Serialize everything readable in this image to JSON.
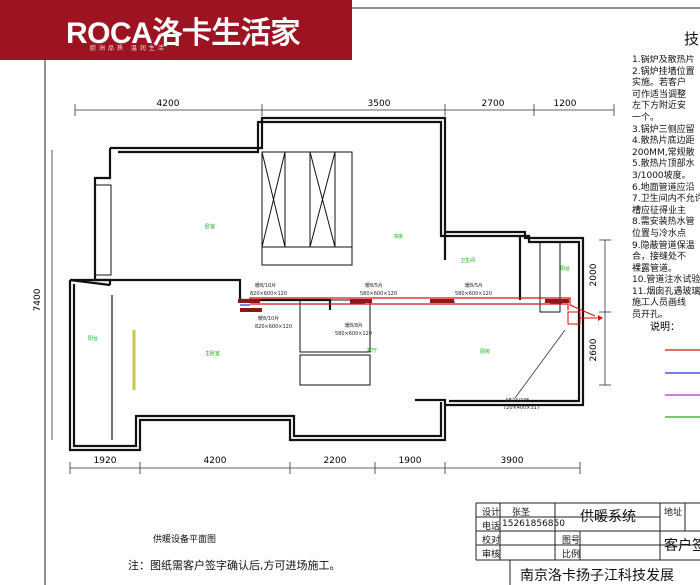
{
  "brand": {
    "name": "ROCA洛卡生活家",
    "tagline": "欧洲品质 温润生活"
  },
  "notes_heading": "技",
  "notes": [
    "1.锅炉及散热片",
    "2.锅炉挂墙位置",
    "   实施。若客户",
    "   可作适当调整",
    "   左下方附近安",
    "   一个。",
    "3.锅炉三侧应留",
    "4.散热片底边距",
    "   200MM,常规散",
    "5.散热片顶部水",
    "   3/1000坡度。",
    "6.地面管道应沿",
    "7.卫生间内不允许",
    "   槽应征得业主",
    "8.需安装热水管",
    "   位置与冷水点",
    "9.隐蔽管道保温",
    "   合，接缝处不",
    "   裸露管道。",
    "10.管道注水试验",
    "11.烟囱孔遇玻璃",
    "   施工人员画线",
    "   员开孔。"
  ],
  "legend_label": "说明：",
  "dims_top": [
    "4200",
    "3500",
    "2700",
    "1200"
  ],
  "dims_bottom": [
    "1920",
    "4200",
    "2200",
    "1900",
    "3900"
  ],
  "dim_left": "7400",
  "dims_right": [
    "2000",
    "2600"
  ],
  "rooms": [
    "卧室",
    "书房",
    "卫生间",
    "阳台",
    "阳台",
    "客厅",
    "厨房",
    "主卧室"
  ],
  "radiator_labels": [
    [
      "暖8/10片",
      "820×600×120"
    ],
    [
      "暖8/10片",
      "820×600×120"
    ],
    [
      "暖8/8片",
      "580×600×120"
    ],
    [
      "暖8/5片",
      "580×600×120"
    ],
    [
      "暖8/5片",
      "580×600×120"
    ]
  ],
  "boiler_label": [
    "AB24/24F",
    "720×400×317"
  ],
  "plan_title": "供暖设备平面图",
  "footer_note": "注：图纸需客户签字确认后,方可进场施工。",
  "title_block": {
    "design_label": "设计",
    "design_value": "张圣",
    "phone_label": "电话",
    "phone_value": "15261856850",
    "check_label": "校对",
    "review_label": "审核",
    "drawing_no_label": "图号",
    "scale_label": "比例",
    "system_name": "供暖系统",
    "address_label": "地址",
    "customer_label": "客户签",
    "company": "南京洛卡扬子江科技发展"
  },
  "colors": {
    "brand": "#9e1322",
    "pipe_red": "#dd1111",
    "pipe_blue": "#2233dd",
    "radiator": "#8a1a1a",
    "room_label": "#1aa81a",
    "legend": [
      "#dd1111",
      "#2233dd",
      "#aa33cc",
      "#22aa22"
    ]
  }
}
